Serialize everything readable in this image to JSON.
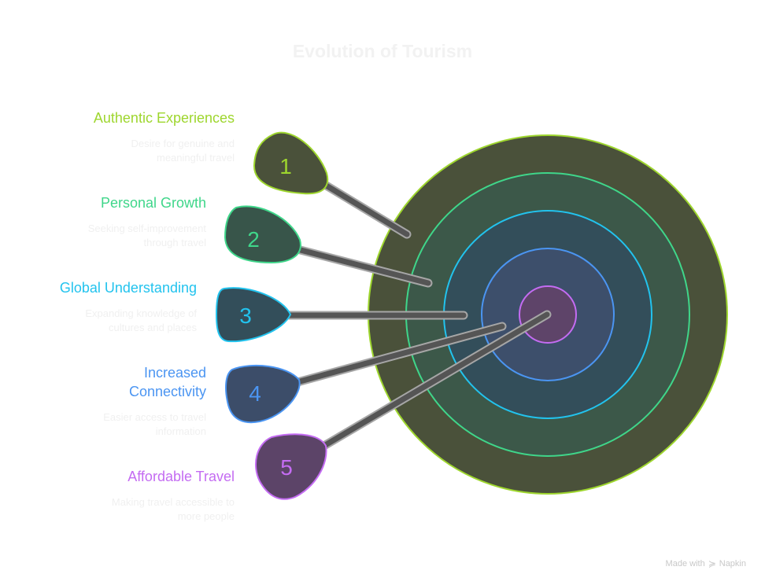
{
  "title": "Evolution of Tourism",
  "items": [
    {
      "number": "1",
      "title": "Authentic Experiences",
      "title_lines": [
        "Authentic Experiences"
      ],
      "description_lines": [
        "Desire for genuine and",
        "meaningful travel"
      ],
      "color": "#9ed62e",
      "fill": "#4a513a"
    },
    {
      "number": "2",
      "title": "Personal Growth",
      "title_lines": [
        "Personal Growth"
      ],
      "description_lines": [
        "Seeking self-improvement",
        "through travel"
      ],
      "color": "#3fd68a",
      "fill": "#38554a"
    },
    {
      "number": "3",
      "title": "Global Understanding",
      "title_lines": [
        "Global Understanding"
      ],
      "description_lines": [
        "Expanding knowledge of",
        "cultures and places"
      ],
      "color": "#22c3ee",
      "fill": "#334e5a"
    },
    {
      "number": "4",
      "title": "Increased Connectivity",
      "title_lines": [
        "Increased",
        "Connectivity"
      ],
      "description_lines": [
        "Easier access to travel",
        "information"
      ],
      "color": "#4b95f2",
      "fill": "#3c4d69"
    },
    {
      "number": "5",
      "title": "Affordable Travel",
      "title_lines": [
        "Affordable Travel"
      ],
      "description_lines": [
        "Making travel accessible to",
        "more people"
      ],
      "color": "#c46cf2",
      "fill": "#5c4468"
    }
  ],
  "target": {
    "rings": [
      {
        "stroke": "#9ed62e",
        "fill": "#4a513a"
      },
      {
        "stroke": "#3fd68a",
        "fill": "#3c5849"
      },
      {
        "stroke": "#22c3ee",
        "fill": "#334e5a"
      },
      {
        "stroke": "#4b95f2",
        "fill": "#3d4f6b"
      },
      {
        "stroke": "#c46cf2",
        "fill": "#5e4469"
      }
    ]
  },
  "footer": {
    "made_with": "Made with",
    "brand": "Napkin",
    "icon": "napkin-logo-icon"
  }
}
